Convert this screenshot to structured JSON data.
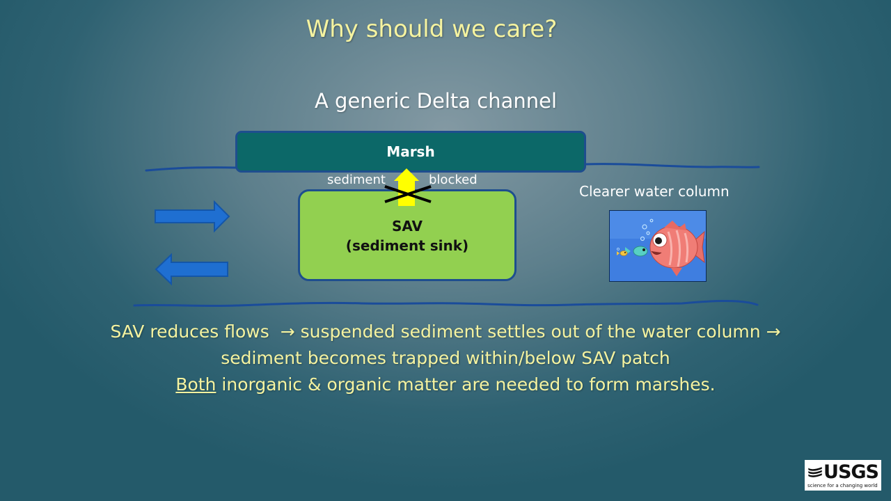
{
  "slide": {
    "title": "Why should we care?",
    "subtitle": "A generic Delta channel"
  },
  "diagram": {
    "marsh_label": "Marsh",
    "sav_label_line1": "SAV",
    "sav_label_line2": "(sediment sink)",
    "sediment_label": "sediment",
    "blocked_label": "blocked",
    "clear_water_label": "Clearer water column",
    "flow_arrows": [
      "right",
      "left"
    ],
    "colors": {
      "marsh": "#0c6868",
      "sav": "#92d050",
      "box_border": "#1e4e8e",
      "up_arrow": "#ffff00",
      "flow_arrow": "#1f6fd1",
      "channel_line": "#1a4c9a"
    }
  },
  "caption": {
    "line1_a": "SAV reduces flows",
    "line1_b": "suspended sediment settles out of the water column",
    "line2": "sediment becomes trapped within/below SAV patch",
    "line3_underlined": "Both",
    "line3_rest": " inorganic & organic matter are needed to form marshes.",
    "arrow_glyph": "→",
    "color": "#f5f3a0"
  },
  "logo": {
    "wordmark": "USGS",
    "tagline": "science for a changing world"
  }
}
